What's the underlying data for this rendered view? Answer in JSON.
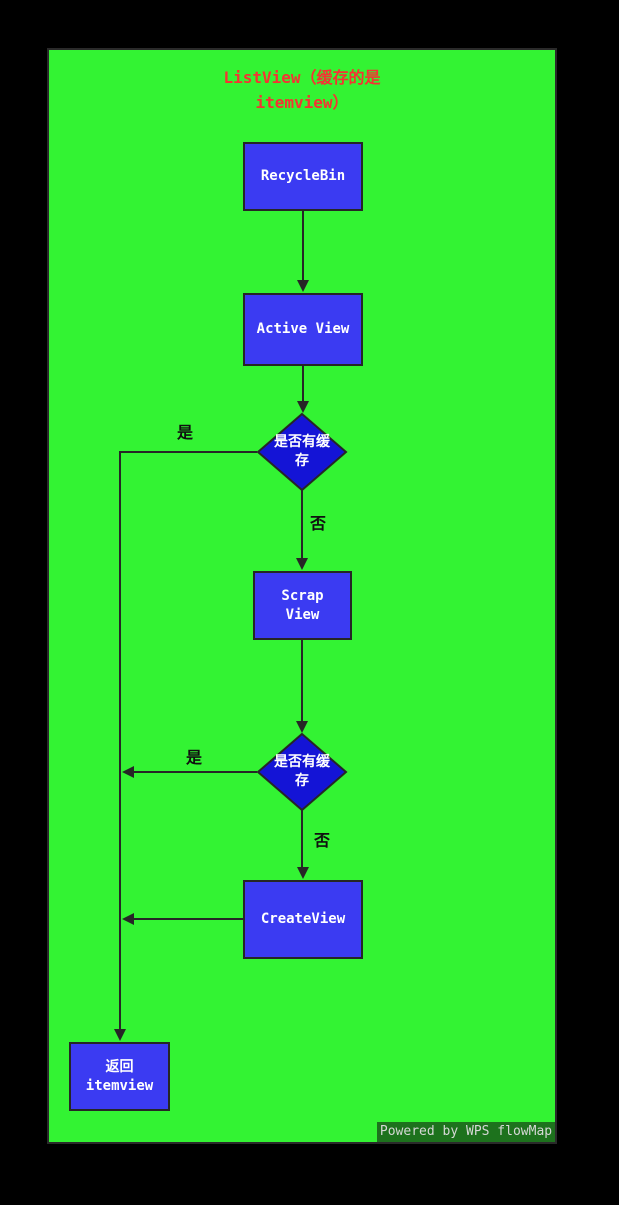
{
  "title": {
    "line1": "ListView（缓存的是",
    "line2": "itemview）",
    "color": "#f53333"
  },
  "nodes": {
    "recycle_bin": {
      "label": "RecycleBin"
    },
    "active_view": {
      "label": "Active View"
    },
    "decision1": {
      "label": "是否有缓存"
    },
    "scrap_view": {
      "label": "Scrap View"
    },
    "decision2": {
      "label": "是否有缓存"
    },
    "create_view": {
      "label": "CreateView"
    },
    "return_itemview": {
      "label": "返回 itemview"
    }
  },
  "edge_labels": {
    "decision1_yes": "是",
    "decision1_no": "否",
    "decision2_yes": "是",
    "decision2_no": "否"
  },
  "badge": {
    "text": "Powered by WPS flowMap"
  },
  "colors": {
    "page_bg": "#000000",
    "canvas_bg": "#33f333",
    "canvas_border": "#2a2a2a",
    "process_fill": "#3b3bf2",
    "decision_fill": "#1414d6",
    "node_text": "#ffffff",
    "connector": "#262626",
    "edge_label_text": "#101010",
    "badge_bg": "#1d721d",
    "badge_text": "#d6d8d6"
  }
}
